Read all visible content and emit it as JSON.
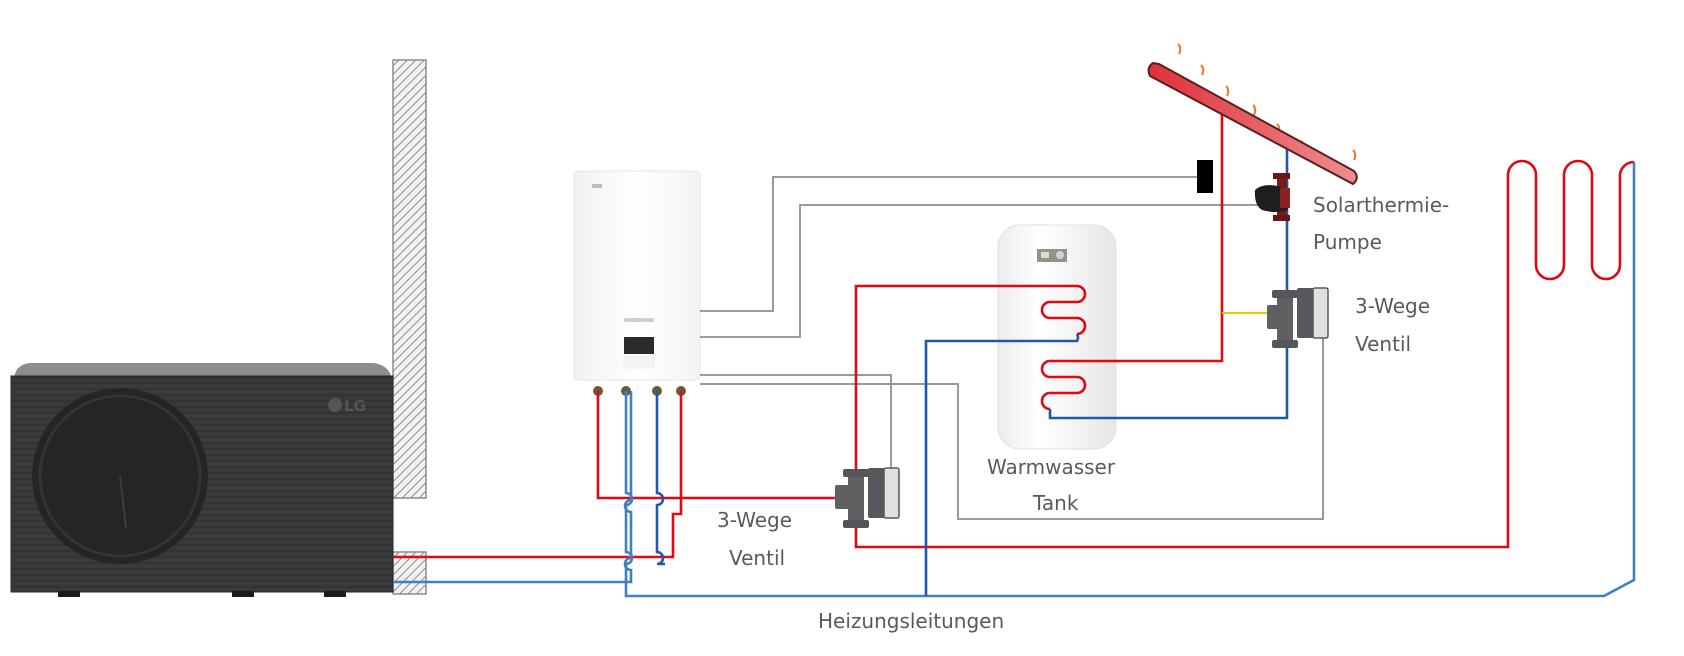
{
  "diagram": {
    "title": "Heat pump system with solar thermal and hot water tank",
    "colors": {
      "hot": "#e30613",
      "cold": "#1e5aa8",
      "cold_light": "#3f7fc2",
      "control": "#9a9a9a",
      "signal": "#f2c200",
      "outdoor_unit": "#3a3a3c",
      "collector": "#e2474f",
      "pump": "#7a1b1b",
      "valve": "#606062",
      "wall_hatch": "#8c8c8c"
    },
    "components": {
      "outdoor_unit": {
        "name": "Outdoor heat pump unit",
        "brand": "LG",
        "icon": "heat-pump-outdoor-unit"
      },
      "indoor_unit": {
        "name": "Indoor hydro unit",
        "icon": "hydro-unit"
      },
      "wall": {
        "name": "House wall",
        "icon": "wall-hatched"
      },
      "solar_collector": {
        "name": "Solar thermal collector",
        "icon": "solar-collector"
      },
      "solar_controller": {
        "name": "Solar controller",
        "icon": "controller-box"
      },
      "solar_pump": {
        "name": "Solar pump",
        "icon": "circulation-pump"
      },
      "valve_upper": {
        "name": "3-way valve (solar)",
        "icon": "three-way-valve"
      },
      "valve_lower": {
        "name": "3-way valve (heating)",
        "icon": "three-way-valve"
      },
      "tank": {
        "name": "Hot water tank",
        "icon": "water-tank"
      },
      "floor_heating": {
        "name": "Underfloor heating loop",
        "icon": "heating-coil"
      }
    },
    "labels": {
      "solar_pump_line1": "Solarthermie-",
      "solar_pump_line2": "Pumpe",
      "valve_upper_line1": "3-Wege",
      "valve_upper_line2": "Ventil",
      "valve_lower_line1": "3-Wege",
      "valve_lower_line2": "Ventil",
      "tank_line1": "Warmwasser",
      "tank_line2": "Tank",
      "heating_pipes": "Heizungsleitungen",
      "brand": "LG"
    }
  }
}
